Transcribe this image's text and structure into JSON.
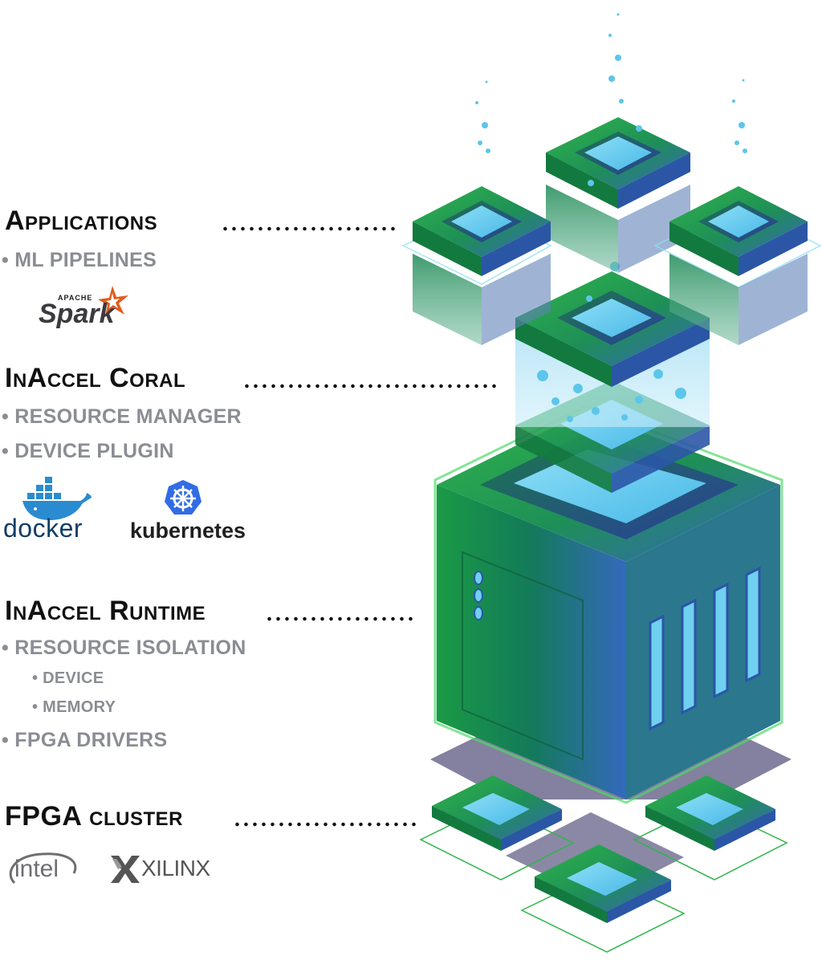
{
  "layers": [
    {
      "id": "applications",
      "title": "Applications",
      "items": [
        {
          "text": "• ML PIPELINES",
          "level": 1
        }
      ]
    },
    {
      "id": "coral",
      "title": "InAccel Coral",
      "items": [
        {
          "text": "• RESOURCE MANAGER",
          "level": 1
        },
        {
          "text": "• DEVICE PLUGIN",
          "level": 1
        }
      ]
    },
    {
      "id": "runtime",
      "title": "InAccel Runtime",
      "items": [
        {
          "text": "• RESOURCE ISOLATION",
          "level": 1
        },
        {
          "text": "• DEVICE",
          "level": 2
        },
        {
          "text": "• MEMORY",
          "level": 2
        },
        {
          "text": "• FPGA DRIVERS",
          "level": 1
        }
      ]
    },
    {
      "id": "cluster",
      "title": "FPGA cluster",
      "items": []
    }
  ],
  "logos": {
    "spark": {
      "small": "APACHE",
      "main": "Spark"
    },
    "docker": "docker",
    "kubernetes": "kubernetes",
    "intel": "intel",
    "xilinx": "XILINX"
  },
  "colors": {
    "green": "#22a83e",
    "dark_green": "#12803a",
    "blue": "#3f6ec4",
    "light_blue": "#6fd0ef",
    "text_dark": "#111111",
    "text_grey": "#8a8d93",
    "spark_orange": "#e25a1c",
    "docker_blue": "#2a8bd0",
    "kubernetes_blue": "#326ce5",
    "intel_grey": "#6d6e71"
  }
}
